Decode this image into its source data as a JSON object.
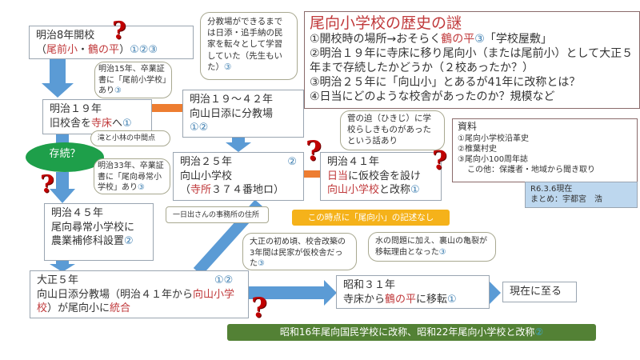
{
  "title_box": {
    "title": "尾向小学校の歴史の謎",
    "l1a": "①開校時の場所→おそらく",
    "l1b": "鶴の平",
    "l1c": "③",
    "l1d": "「学校屋敷」",
    "l2": "②明治１９年に寺床に移り尾向小（または尾前小）として大正５年まで存続したかどうか（２校あったか？）",
    "l3": "③明治２５年に「向山小」とあるが41年に改称とは？",
    "l4": "④日当にどのような校舎があったのか？規模など"
  },
  "box_m8": {
    "l1": "明治8年開校",
    "p1": "（",
    "r1": "尾前小",
    "p2": "・",
    "r2": "鶴の平",
    "p3": "）",
    "ref": "①②③"
  },
  "call_m15": {
    "text": "明治15年、卒業証書に「尾前小学校」あり",
    "ref": "③"
  },
  "call_bunkyo": {
    "text": "分教場ができるまでは日添・追手納の民家を転々として学習していた（先生もいた）",
    "ref": "③"
  },
  "box_m19": {
    "l1": "明治１９年",
    "l2a": "旧校舎を",
    "r": "寺床",
    "l2b": "へ",
    "ref": "①"
  },
  "box_m19_42": {
    "l1": "明治１９～４２年",
    "l2": "向山日添に分教場",
    "ref": "①②"
  },
  "call_taki": {
    "text": "滝と小林の中間点"
  },
  "ellipse": {
    "text": "存続？"
  },
  "call_m33": {
    "text": "明治33年、卒業証書に「尾向尋常小学校」あり",
    "ref": "③"
  },
  "box_m25": {
    "l1": "明治２５年",
    "ref": "②",
    "l2": "向山小学校",
    "p1": "（",
    "r": "寺所",
    "l3": "３７４番地ロ）"
  },
  "call_ichi": {
    "text": "一日出さんの事務所の住所"
  },
  "call_orange": {
    "text": "この時点に「尾向小」の記述なし"
  },
  "call_suga": {
    "text": "菅の迫（ひきじ）に学校らしきものがあったという話あり"
  },
  "box_m41": {
    "l1": "明治４１年",
    "r1": "日当",
    "l2": "に仮校舎を設け",
    "r2": "向山小学校",
    "l3": "と改称",
    "ref": "①"
  },
  "sources": {
    "title": "資料",
    "items": [
      "①尾向小学校沿革史",
      "②椎葉村史",
      "③尾向小100周年誌"
    ],
    "other": "この他：保護者・地域から聞き取り"
  },
  "credit": {
    "date": "R6.3.6現在",
    "author": "まとめ：宇都宮　浩"
  },
  "box_m45": {
    "l1": "明治４５年",
    "l2": "尾向尋常小学校に",
    "l3": "農業補修科設置",
    "ref": "②"
  },
  "call_taisho": {
    "text": "大正の初め頃、校舎改築の3年間は民家が仮校舎だった",
    "ref": "③"
  },
  "call_water": {
    "text": "水の問題に加え、裏山の亀裂が移転理由となった",
    "ref": "③"
  },
  "box_t5": {
    "l1": "大正５年",
    "ref": "①②",
    "l2": "向山日添分教場（明治４１年から",
    "r1": "向山小学校",
    "l3": "）が尾向小に",
    "r2": "統合"
  },
  "box_s31": {
    "l1": "昭和３１年",
    "l2": "寺床から",
    "r": "鶴の平",
    "l3": "に移転",
    "ref": "①"
  },
  "box_now": {
    "text": "現在に至る"
  },
  "green_bar": {
    "text": "昭和16年尾向国民学校に改称、昭和22年尾向小学校と改称",
    "ref": "②"
  },
  "question_mark": "?"
}
